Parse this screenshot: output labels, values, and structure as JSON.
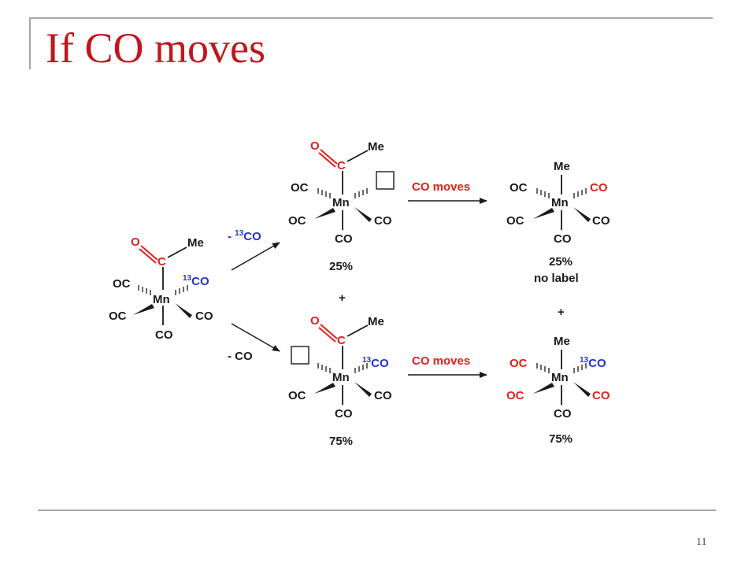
{
  "slide": {
    "title": "If CO moves",
    "page_number": "11"
  },
  "labels": {
    "O": "O",
    "C": "C",
    "Me": "Me",
    "OC": "OC",
    "CO": "CO",
    "Mn": "Mn",
    "iso": "13",
    "dash": "- ",
    "minus_co": "- CO",
    "co_moves": "CO moves",
    "plus": "+",
    "pct25": "25%",
    "pct75": "75%",
    "no_label": "no label"
  },
  "colors": {
    "title": "#c0161c",
    "highlight_red": "#e0201c",
    "label_blue": "#2233cc",
    "ink": "#1a1a1a"
  }
}
